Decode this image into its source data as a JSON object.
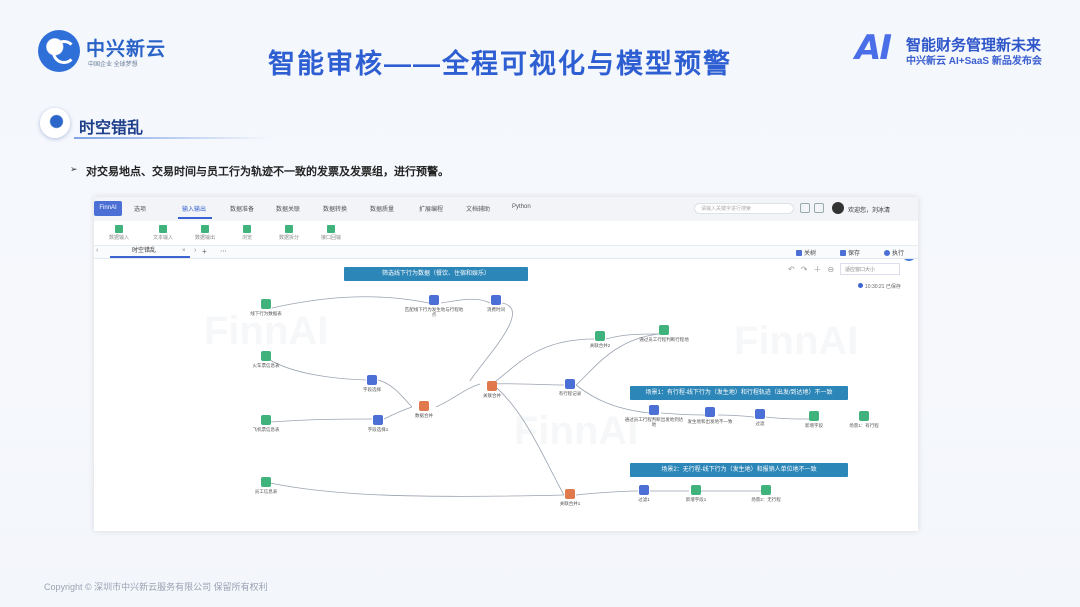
{
  "header": {
    "logo_name": "中兴新云",
    "logo_sub": "中国企业 全球梦想",
    "title": "智能审核——全程可视化与模型预警",
    "ai_mark": "AI",
    "event_title": "智能财务管理新未来",
    "event_sub": "中兴新云 AI+SaaS 新品发布会"
  },
  "section": {
    "title": "时空错乱",
    "bullet": "对交易地点、交易时间与员工行为轨迹不一致的发票及发票组，进行预警。"
  },
  "footer": {
    "copyright": "Copyright © 深圳市中兴新云服务有限公司 保留所有权利"
  },
  "app": {
    "logo": "FinnAI",
    "menu": [
      "选项",
      "输入输出",
      "数据准备",
      "数据关联",
      "数据转换",
      "数据质量",
      "扩展编程",
      "文档辅助",
      "Python"
    ],
    "active_menu": "输入输出",
    "search_placeholder": "请输入关键字进行搜索",
    "welcome": "欢迎您，刘冰清",
    "ribbon": [
      "数据输入",
      "文本输入",
      "数据输出",
      "浏览",
      "数据拆分",
      "接口回输"
    ],
    "tab_label": "时空错乱",
    "actions": {
      "run_tree": "关树",
      "save": "保存",
      "execute": "执行"
    },
    "zoom_placeholder": "适应窗口大小",
    "saved_status": "10:30:21 已保存",
    "watermark": "FinnAI",
    "banners": {
      "top": "筛选线下行为数据（餐饮、住宿和娱乐）",
      "scene1": "场景1：有行程-线下行为（发生地）和行程轨迹（出发/到达地）不一致",
      "scene2": "场景2：无行程-线下行为（发生地）和报销人单位地不一致"
    },
    "nodes": [
      {
        "id": "n1",
        "label": "线下行为数据表"
      },
      {
        "id": "n2",
        "label": "匹配线下行为发生地与行程地点"
      },
      {
        "id": "n3",
        "label": "消费时间"
      },
      {
        "id": "n4",
        "label": "火车票信息表"
      },
      {
        "id": "n5",
        "label": "字段选择"
      },
      {
        "id": "n6",
        "label": "飞机票信息表"
      },
      {
        "id": "n7",
        "label": "字段选择1"
      },
      {
        "id": "n8",
        "label": "数据合并"
      },
      {
        "id": "n9",
        "label": "关联合并"
      },
      {
        "id": "n10",
        "label": "员工信息表"
      },
      {
        "id": "n11",
        "label": "关联合并1"
      },
      {
        "id": "n12",
        "label": "关联合并2"
      },
      {
        "id": "n13",
        "label": "通过员工行程判断行程地"
      },
      {
        "id": "n14",
        "label": "有行程记录"
      },
      {
        "id": "n15",
        "label": "通过员工行程判断出发地到达地"
      },
      {
        "id": "n16",
        "label": "发生地和出发地不一致"
      },
      {
        "id": "n17",
        "label": "过滤"
      },
      {
        "id": "n18",
        "label": "新增字段"
      },
      {
        "id": "n19",
        "label": "场景1：有行程"
      },
      {
        "id": "n20",
        "label": "过滤1"
      },
      {
        "id": "n21",
        "label": "新增字段1"
      },
      {
        "id": "n22",
        "label": "场景2：无行程"
      }
    ]
  },
  "colors": {
    "accent": "#2e5fd2",
    "banner": "#2c86b8",
    "node_green": "#3fb37b",
    "node_blue": "#4b6fd4",
    "node_red": "#e07a4d"
  }
}
